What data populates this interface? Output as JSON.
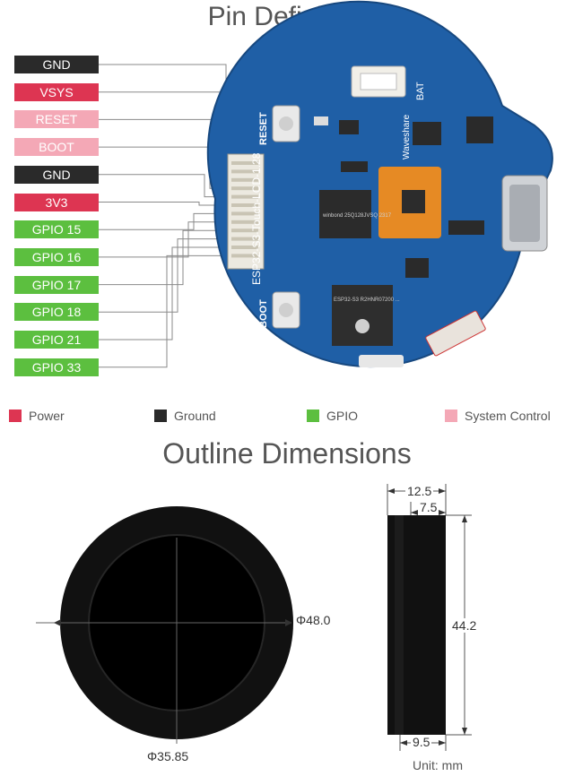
{
  "titles": {
    "pin_definition": "Pin Definition",
    "outline_dimensions": "Outline Dimensions"
  },
  "pins": [
    {
      "label": "GND",
      "type": "ground"
    },
    {
      "label": "VSYS",
      "type": "power"
    },
    {
      "label": "RESET",
      "type": "system"
    },
    {
      "label": "BOOT",
      "type": "system"
    },
    {
      "label": "GND",
      "type": "ground"
    },
    {
      "label": "3V3",
      "type": "power"
    },
    {
      "label": "GPIO 15",
      "type": "gpio"
    },
    {
      "label": "GPIO 16",
      "type": "gpio"
    },
    {
      "label": "GPIO 17",
      "type": "gpio"
    },
    {
      "label": "GPIO 18",
      "type": "gpio"
    },
    {
      "label": "GPIO 21",
      "type": "gpio"
    },
    {
      "label": "GPIO 33",
      "type": "gpio"
    }
  ],
  "legend": [
    {
      "label": "Power",
      "type": "power"
    },
    {
      "label": "Ground",
      "type": "ground"
    },
    {
      "label": "GPIO",
      "type": "gpio"
    },
    {
      "label": "System Control",
      "type": "system"
    }
  ],
  "colors": {
    "power": "#dd3552",
    "ground": "#2a2a2a",
    "gpio": "#5cbf3f",
    "system": "#f4a8b6",
    "pcb": "#1f5fa6"
  },
  "board": {
    "model_silk": "ESP32-S3-Touch-LCD-1.28",
    "brand_silk": "Waveshare",
    "reset_silk": "RESET",
    "boot_silk": "BOOT",
    "bat_silk": "BAT",
    "flash_chip_text": "winbond 25Q128JVSQ 2317",
    "mcu_chip_text": "ESP32-S3 R2HNR07200 ..."
  },
  "dimensions": {
    "outer_diameter": "Φ48.0",
    "inner_diameter": "Φ35.85",
    "depth_total": "12.5",
    "depth_top": "7.5",
    "height": "44.2",
    "depth_bottom": "9.5",
    "unit": "Unit: mm"
  }
}
